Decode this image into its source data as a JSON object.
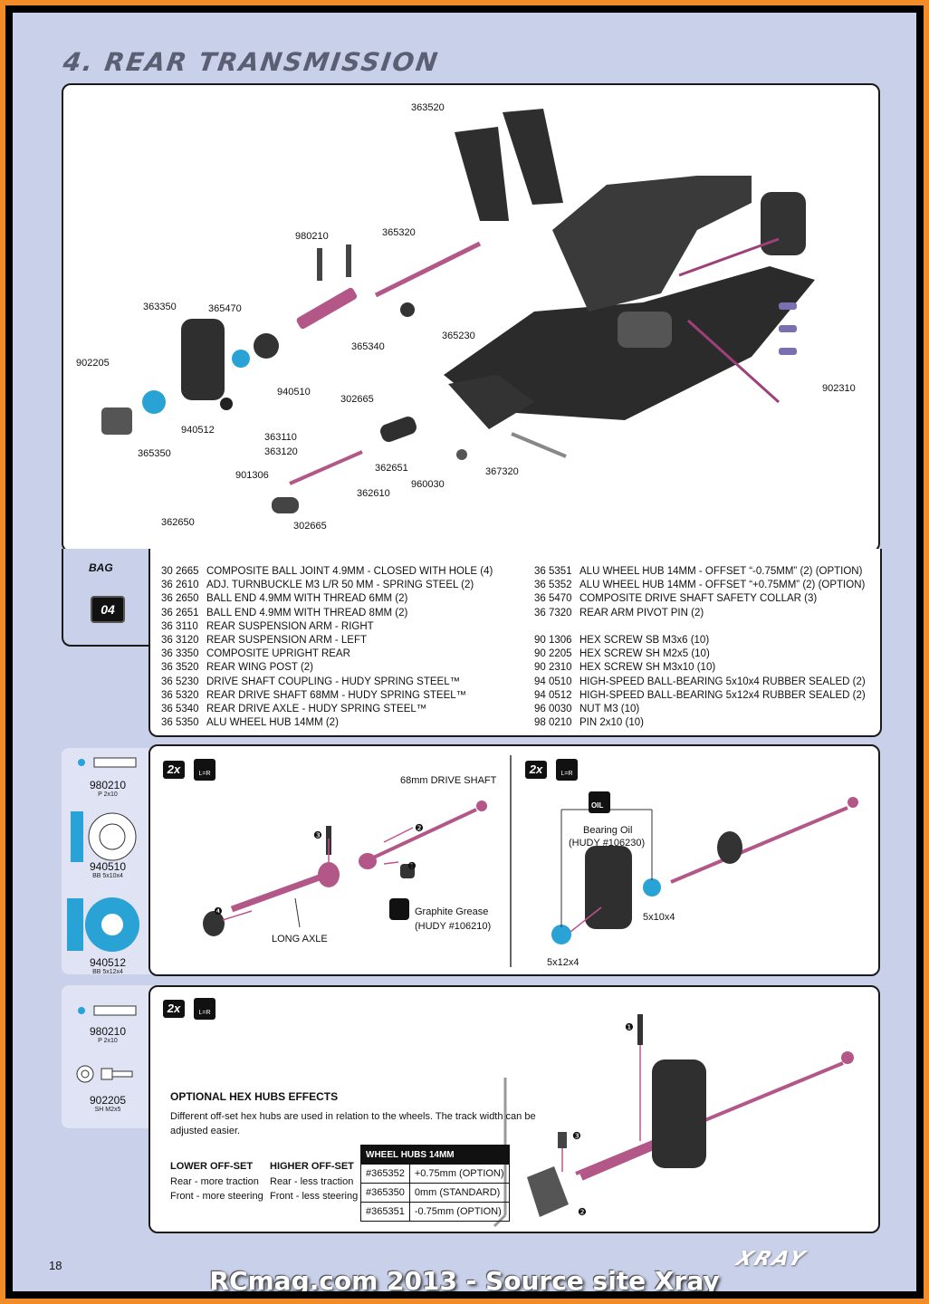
{
  "page_title": "4. REAR TRANSMISSION",
  "main_diagram_labels": [
    "363520",
    "980210",
    "365320",
    "363350",
    "365470",
    "365340",
    "365230",
    "902205",
    "940510",
    "302665",
    "902310",
    "940512",
    "363110",
    "363120",
    "365350",
    "362651",
    "367320",
    "901306",
    "960030",
    "362610",
    "362650",
    "302665"
  ],
  "bag": {
    "label": "BAG",
    "number": "04"
  },
  "parts_left": [
    {
      "code": "30 2665",
      "name": "COMPOSITE BALL JOINT 4.9MM - CLOSED WITH HOLE (4)"
    },
    {
      "code": "36 2610",
      "name": "ADJ. TURNBUCKLE M3 L/R 50 MM  - SPRING STEEL (2)"
    },
    {
      "code": "36 2650",
      "name": "BALL END 4.9MM WITH THREAD 6MM (2)"
    },
    {
      "code": "36 2651",
      "name": "BALL END 4.9MM WITH THREAD 8MM (2)"
    },
    {
      "code": "36 3110",
      "name": "REAR SUSPENSION ARM - RIGHT"
    },
    {
      "code": "36 3120",
      "name": "REAR SUSPENSION ARM - LEFT"
    },
    {
      "code": "36 3350",
      "name": "COMPOSITE UPRIGHT REAR"
    },
    {
      "code": "36 3520",
      "name": "REAR WING POST (2)"
    },
    {
      "code": "36 5230",
      "name": "DRIVE SHAFT COUPLING  - HUDY SPRING STEEL™"
    },
    {
      "code": "36 5320",
      "name": "REAR DRIVE SHAFT 68MM - HUDY SPRING STEEL™"
    },
    {
      "code": "36 5340",
      "name": "REAR DRIVE AXLE - HUDY SPRING STEEL™"
    },
    {
      "code": "36 5350",
      "name": "ALU WHEEL HUB 14MM (2)"
    }
  ],
  "parts_right_a": [
    {
      "code": "36 5351",
      "name": "ALU WHEEL HUB 14MM - OFFSET “-0.75MM” (2) (OPTION)"
    },
    {
      "code": "36 5352",
      "name": "ALU WHEEL HUB 14MM - OFFSET “+0.75MM” (2) (OPTION)"
    },
    {
      "code": "36 5470",
      "name": "COMPOSITE DRIVE SHAFT SAFETY COLLAR (3)"
    },
    {
      "code": "36 7320",
      "name": "REAR ARM PIVOT PIN (2)"
    }
  ],
  "parts_right_b": [
    {
      "code": "90 1306",
      "name": "HEX SCREW  SB M3x6  (10)"
    },
    {
      "code": "90 2205",
      "name": "HEX SCREW  SH M2x5  (10)"
    },
    {
      "code": "90 2310",
      "name": "HEX SCREW  SH M3x10  (10)"
    },
    {
      "code": "94 0510",
      "name": "HIGH-SPEED BALL-BEARING 5x10x4 RUBBER SEALED  (2)"
    },
    {
      "code": "94 0512",
      "name": "HIGH-SPEED BALL-BEARING 5x12x4 RUBBER SEALED  (2)"
    },
    {
      "code": "96 0030",
      "name": "NUT M3  (10)"
    },
    {
      "code": "98 0210",
      "name": "PIN 2x10  (10)"
    }
  ],
  "step1_side": [
    {
      "code": "980210",
      "sub": "P 2x10"
    },
    {
      "code": "940510",
      "sub": "BB 5x10x4"
    },
    {
      "code": "940512",
      "sub": "BB 5x12x4"
    }
  ],
  "step1": {
    "qty": "2x",
    "lr": "L=R",
    "shaft_label": "68mm DRIVE SHAFT",
    "long_axle": "LONG AXLE",
    "grease": "Graphite Grease",
    "grease_ref": "(HUDY #106210)",
    "nums": [
      "❶",
      "❷",
      "❸",
      "❹"
    ]
  },
  "step2": {
    "qty": "2x",
    "lr": "L=R",
    "oil": "Bearing Oil",
    "oil_ref": "(HUDY #106230)",
    "oil_icon": "OIL",
    "bearing_a": "5x10x4",
    "bearing_b": "5x12x4"
  },
  "step3_side": [
    {
      "code": "980210",
      "sub": "P 2x10"
    },
    {
      "code": "902205",
      "sub": "SH M2x5"
    }
  ],
  "step3": {
    "qty": "2x",
    "lr": "L=R",
    "note_title": "OPTIONAL HEX HUBS EFFECTS",
    "note_line1": "Different off-set hex hubs are used in relation to the wheels. The track width can be",
    "note_line2": "adjusted easier.",
    "lower_title": "LOWER OFF-SET",
    "lower_1": "Rear - more traction",
    "lower_2": "Front - more steering",
    "higher_title": "HIGHER OFF-SET",
    "higher_1": "Rear - less traction",
    "higher_2": "Front - less steering",
    "table_title": "WHEEL HUBS 14MM",
    "table_rows": [
      {
        "part": "#365352",
        "value": "+0.75mm (OPTION)"
      },
      {
        "part": "#365350",
        "value": "0mm     (STANDARD)"
      },
      {
        "part": "#365351",
        "value": "-0.75mm    (OPTION)"
      }
    ],
    "nums": [
      "❶",
      "❷",
      "❸"
    ]
  },
  "page_number": "18",
  "logo_text": "XRAY",
  "footer": "RCmag.com 2013 - Source site Xray",
  "colors": {
    "accent_pink": "#c0538f",
    "bearing_blue": "#29a3d6",
    "page_bg": "#c9d0ea",
    "border": "#f28c28"
  }
}
